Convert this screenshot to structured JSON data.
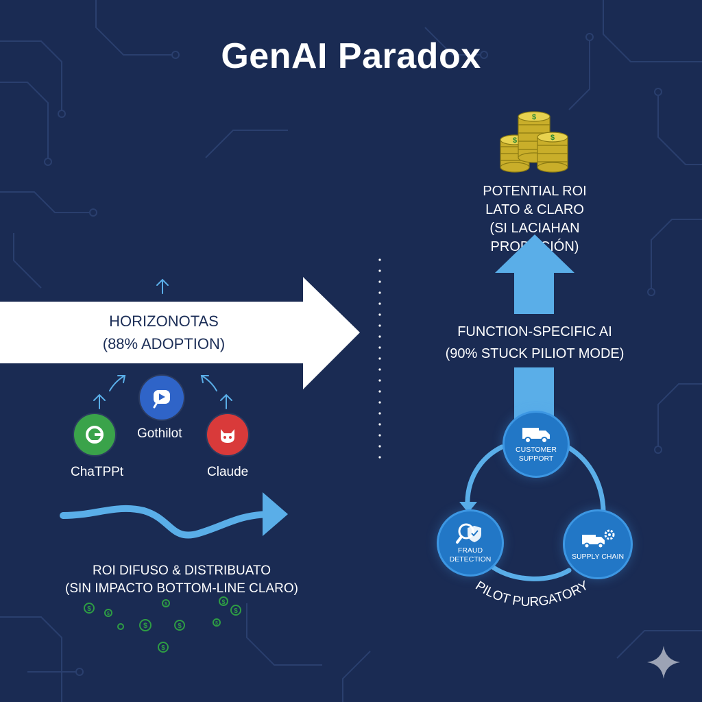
{
  "title": "GenAI Paradox",
  "left": {
    "arrow_line1": "HORIZONOTAS",
    "arrow_line2": "(88% ADOPTION)",
    "apps": [
      {
        "label": "ChaTPPt",
        "icon": "chatgpt-logo-icon",
        "color": "#3aa34a"
      },
      {
        "label": "Gothilot",
        "icon": "copilot-logo-icon",
        "color": "#2f64c8"
      },
      {
        "label": "Claude",
        "icon": "claude-logo-icon",
        "color": "#d93a3a"
      }
    ],
    "roi_line1": "ROI DIFUSO & DISTRIBUATO",
    "roi_line2": "(SIN IMPACTO BOTTOM-LINE CLARO)",
    "coin_symbol": "$",
    "coin_color": "#2e9d44"
  },
  "right": {
    "potential_lines": [
      "POTENTIAL ROI",
      "LATO & CLARO",
      "(SI LACIAHAN",
      "PRODUCIÓN)"
    ],
    "function_line1": "FUNCTION-SPECIFIC AI",
    "function_line2": "(90% STUCK PILIOT MODE)",
    "nodes": [
      {
        "label_line1": "CUSTOMER",
        "label_line2": "SUPPORT",
        "icon": "truck-icon"
      },
      {
        "label_line1": "FRAUD",
        "label_line2": "DETECTION",
        "icon": "shield-search-icon"
      },
      {
        "label_line1": "SUPPLY CHAIN",
        "label_line2": "",
        "icon": "truck-gear-icon"
      }
    ],
    "purgatory_label": "PILOT PURGATORY",
    "coin_symbol": "$"
  },
  "colors": {
    "background": "#1a2b53",
    "arrow_white": "#ffffff",
    "light_blue": "#5aaee8",
    "node_blue": "#2277c6",
    "gold": "#e2c84a"
  }
}
